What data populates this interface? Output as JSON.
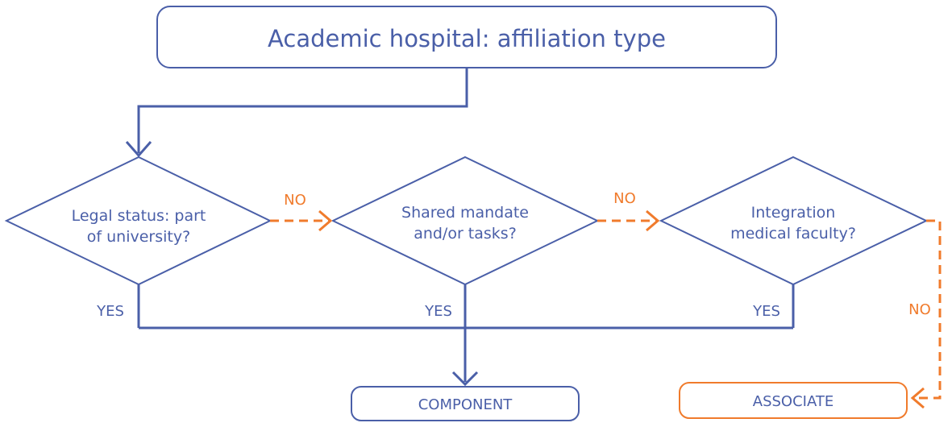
{
  "title": "Academic hospital: affiliation type",
  "decisions": [
    {
      "line1": "Legal status: part",
      "line2": "of university?"
    },
    {
      "line1": "Shared mandate",
      "line2": "and/or tasks?"
    },
    {
      "line1": "Integration",
      "line2": "medical faculty?"
    }
  ],
  "edge_labels": {
    "no1": "NO",
    "no2": "NO",
    "no3": "NO",
    "yes1": "YES",
    "yes2": "YES",
    "yes3": "YES"
  },
  "outcomes": {
    "component": "COMPONENT",
    "associate": "ASSOCIATE"
  },
  "colors": {
    "primary": "#4a5fa8",
    "accent": "#f07b2c"
  }
}
